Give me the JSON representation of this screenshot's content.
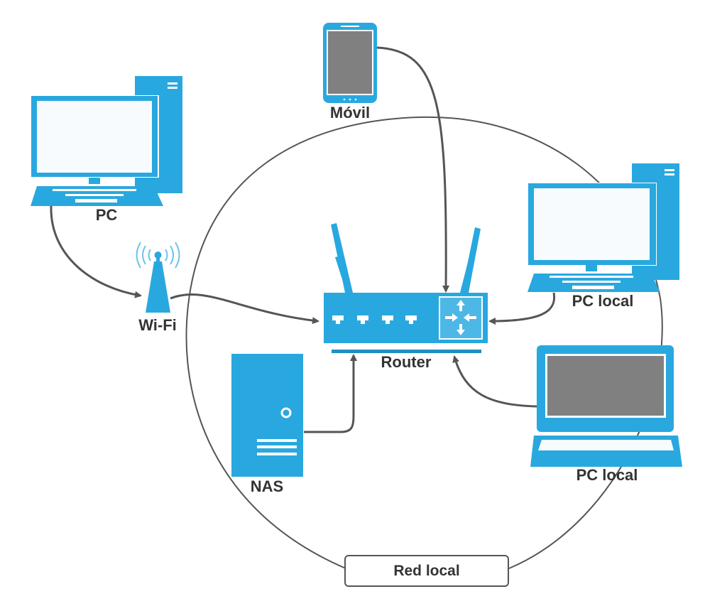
{
  "title": "Red local",
  "colors": {
    "device_blue": "#29a8df",
    "router_dark_blue": "#1f8fbf",
    "screen_gray": "#808080",
    "screen_light": "#f7fbfe",
    "line_gray": "#555555",
    "label_text": "#333333"
  },
  "nodes": [
    {
      "id": "pc",
      "type": "desktop-computer",
      "label": "PC"
    },
    {
      "id": "movil",
      "type": "mobile-phone",
      "label": "Móvil"
    },
    {
      "id": "wifi",
      "type": "wifi-antenna",
      "label": "Wi-Fi"
    },
    {
      "id": "router",
      "type": "router",
      "label": "Router"
    },
    {
      "id": "nas",
      "type": "nas-server",
      "label": "NAS"
    },
    {
      "id": "pc_local_desktop",
      "type": "desktop-computer",
      "label": "PC local"
    },
    {
      "id": "pc_local_laptop",
      "type": "laptop",
      "label": "PC local"
    }
  ],
  "edges": [
    {
      "from": "pc",
      "to": "wifi",
      "directed": true
    },
    {
      "from": "wifi",
      "to": "router",
      "directed": true
    },
    {
      "from": "movil",
      "to": "router",
      "directed": true
    },
    {
      "from": "pc_local_desktop",
      "to": "router",
      "directed": true
    },
    {
      "from": "nas",
      "to": "router",
      "directed": true
    },
    {
      "from": "pc_local_laptop",
      "to": "router",
      "directed": true
    }
  ],
  "group": {
    "label": "Red local",
    "shape": "circle",
    "members": [
      "movil",
      "router",
      "nas",
      "pc_local_desktop",
      "pc_local_laptop"
    ]
  }
}
